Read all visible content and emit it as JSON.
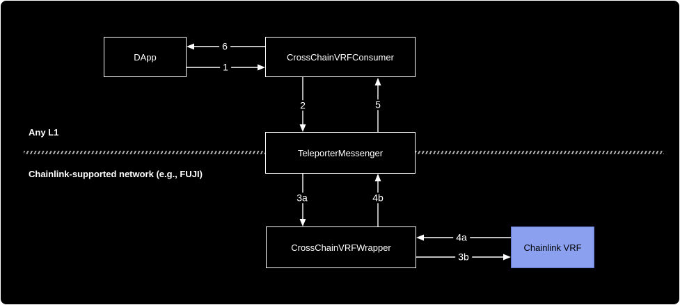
{
  "regions": {
    "top": "Any L1",
    "bottom": "Chainlink-supported network (e.g., FUJI)"
  },
  "nodes": {
    "dapp": {
      "label": "DApp"
    },
    "consumer": {
      "label": "CrossChainVRFConsumer"
    },
    "teleporter": {
      "label": "TeleporterMessenger"
    },
    "wrapper": {
      "label": "CrossChainVRFWrapper"
    },
    "chainlink_vrf": {
      "label": "Chainlink VRF"
    }
  },
  "edges": {
    "e1": {
      "label": "1",
      "from": "dapp",
      "to": "consumer"
    },
    "e2": {
      "label": "2",
      "from": "consumer",
      "to": "teleporter"
    },
    "e3a": {
      "label": "3a",
      "from": "teleporter",
      "to": "wrapper"
    },
    "e3b": {
      "label": "3b",
      "from": "wrapper",
      "to": "chainlink_vrf"
    },
    "e4a": {
      "label": "4a",
      "from": "chainlink_vrf",
      "to": "wrapper"
    },
    "e4b": {
      "label": "4b",
      "from": "wrapper",
      "to": "teleporter"
    },
    "e5": {
      "label": "5",
      "from": "teleporter",
      "to": "consumer"
    },
    "e6": {
      "label": "6",
      "from": "consumer",
      "to": "dapp"
    }
  },
  "colors": {
    "background": "#000000",
    "box_fill": "#000000",
    "box_border": "#ffffff",
    "box_text": "#ffffff",
    "chainlink_fill": "#8ba1f0",
    "chainlink_border": "#5f74c9",
    "chainlink_text": "#000000",
    "arrow": "#ffffff",
    "divider": "#aaaaaa",
    "region_text": "#ffffff"
  }
}
